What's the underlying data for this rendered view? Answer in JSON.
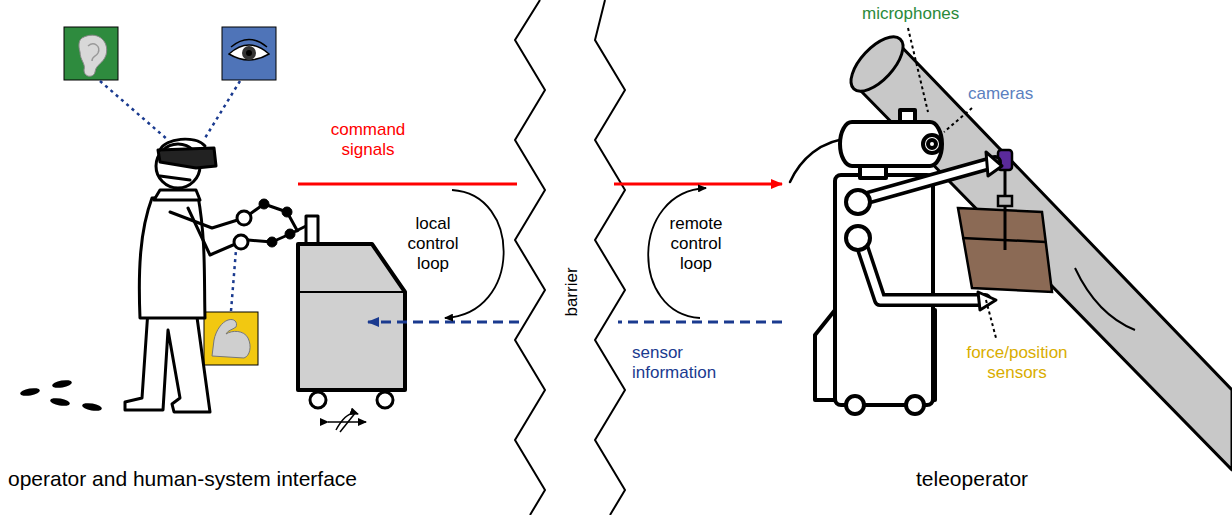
{
  "diagram": {
    "labels": [
      "command signals",
      "local control loop",
      "barrier",
      "remote control loop",
      "sensor information",
      "microphones",
      "cameras",
      "force/position sensors",
      "operator and human-system interface",
      "teleoperator"
    ]
  }
}
